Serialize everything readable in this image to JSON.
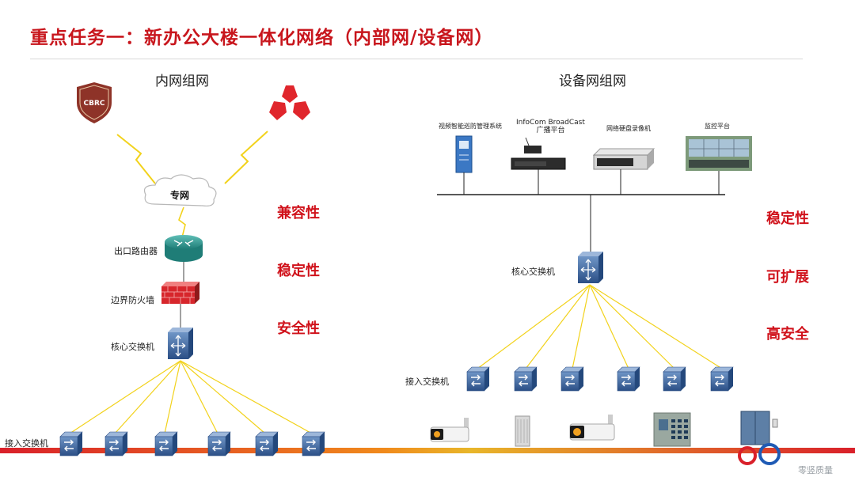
{
  "title": "重点任务一：新办公大楼一体化网络（内部网/设备网）",
  "inner": {
    "heading": "内网组网",
    "cloud_label": "专网",
    "router_label": "出口路由器",
    "firewall_label": "边界防火墙",
    "core_label": "核心交换机",
    "access_label": "接入交换机",
    "features": [
      "兼容性",
      "稳定性",
      "安全性"
    ]
  },
  "device": {
    "heading": "设备网组网",
    "platforms": [
      {
        "label": "视频智能巡防管理系统"
      },
      {
        "label": "InfoCom BroadCast\n广播平台"
      },
      {
        "label": "网络硬盘录像机"
      },
      {
        "label": "监控平台"
      }
    ],
    "core_label": "核心交换机",
    "access_label": "接入交换机",
    "features": [
      "稳定性",
      "可扩展",
      "高安全"
    ]
  },
  "watermark": "零竖质量",
  "colors": {
    "accent": "#c8161d",
    "link": "#f2d21b",
    "switch": "#2f5b94"
  }
}
